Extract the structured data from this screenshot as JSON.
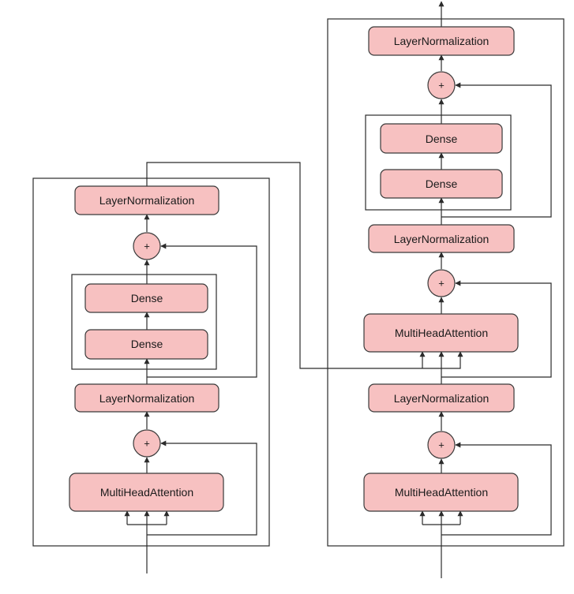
{
  "encoder": {
    "layer_norm_top": "LayerNormalization",
    "add_top": "+",
    "dense_upper": "Dense",
    "dense_lower": "Dense",
    "layer_norm_mid": "LayerNormalization",
    "add_bottom": "+",
    "multi_head_attention": "MultiHeadAttention"
  },
  "decoder": {
    "layer_norm_top": "LayerNormalization",
    "add_top": "+",
    "dense_upper": "Dense",
    "dense_lower": "Dense",
    "layer_norm_upper_mid": "LayerNormalization",
    "add_middle": "+",
    "cross_attention": "MultiHeadAttention",
    "layer_norm_lower_mid": "LayerNormalization",
    "add_bottom": "+",
    "self_attention": "MultiHeadAttention"
  }
}
